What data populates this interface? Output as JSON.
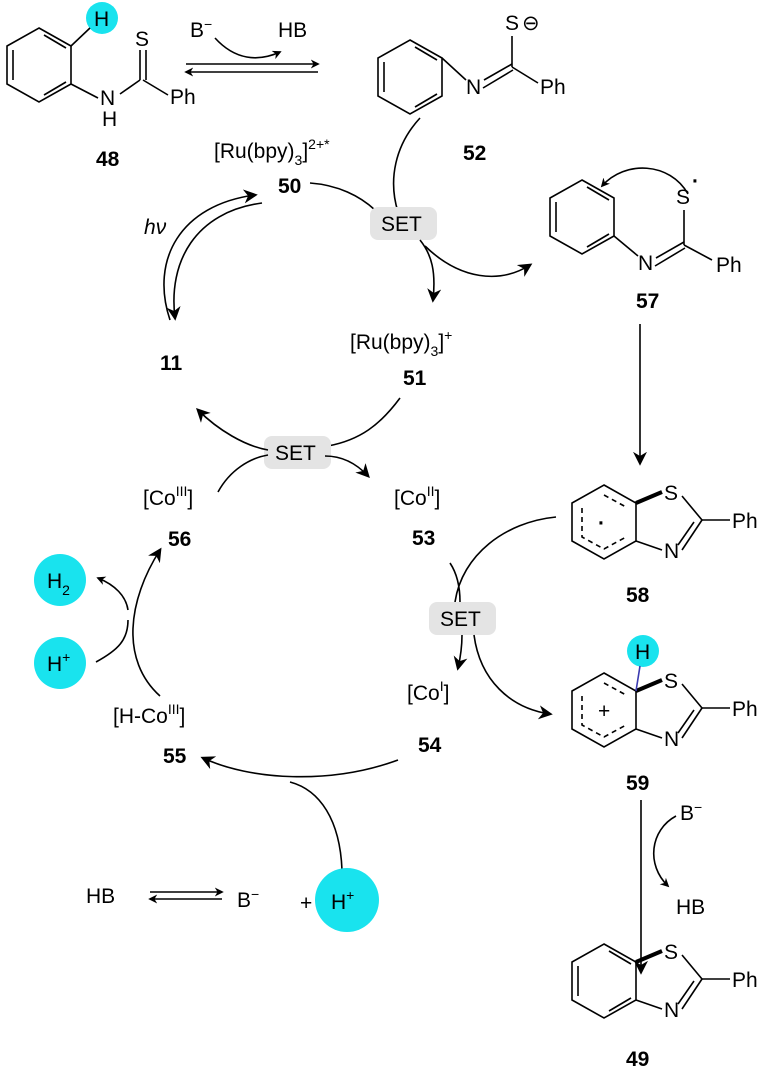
{
  "colors": {
    "highlight": "#19e3ee",
    "set_box": "#e4e4e4",
    "ink": "#000000",
    "hbond": "#3b3bb0"
  },
  "compounds": {
    "c48": "48",
    "c52": "52",
    "c50": "50",
    "c57": "57",
    "c11": "11",
    "c51": "51",
    "c56": "56",
    "c53": "53",
    "c58": "58",
    "c55": "55",
    "c54": "54",
    "c59": "59",
    "c49": "49"
  },
  "atoms": {
    "H": "H",
    "N": "N",
    "S": "S",
    "Ph": "Ph",
    "minus": "⊖",
    "dot": "·",
    "plus": "+"
  },
  "species": {
    "base": "B",
    "base_sup": "−",
    "hb": "HB",
    "ru_prefix": "[Ru(bpy)",
    "ru_sub": "3",
    "ru_close": "]",
    "ru50_sup": "2+*",
    "ru51_sup": "+",
    "co": "[Co",
    "co_close": "]",
    "co3_sup": "III",
    "co2_sup": "II",
    "co1_sup": "I",
    "hco_prefix": "[H-Co",
    "h2": "H",
    "h2_sub": "2",
    "hplus": "H",
    "hplus_sup": "+"
  },
  "labels": {
    "set": "SET",
    "hv_h": "h",
    "hv_v": "ν",
    "plus_sign": "+"
  }
}
